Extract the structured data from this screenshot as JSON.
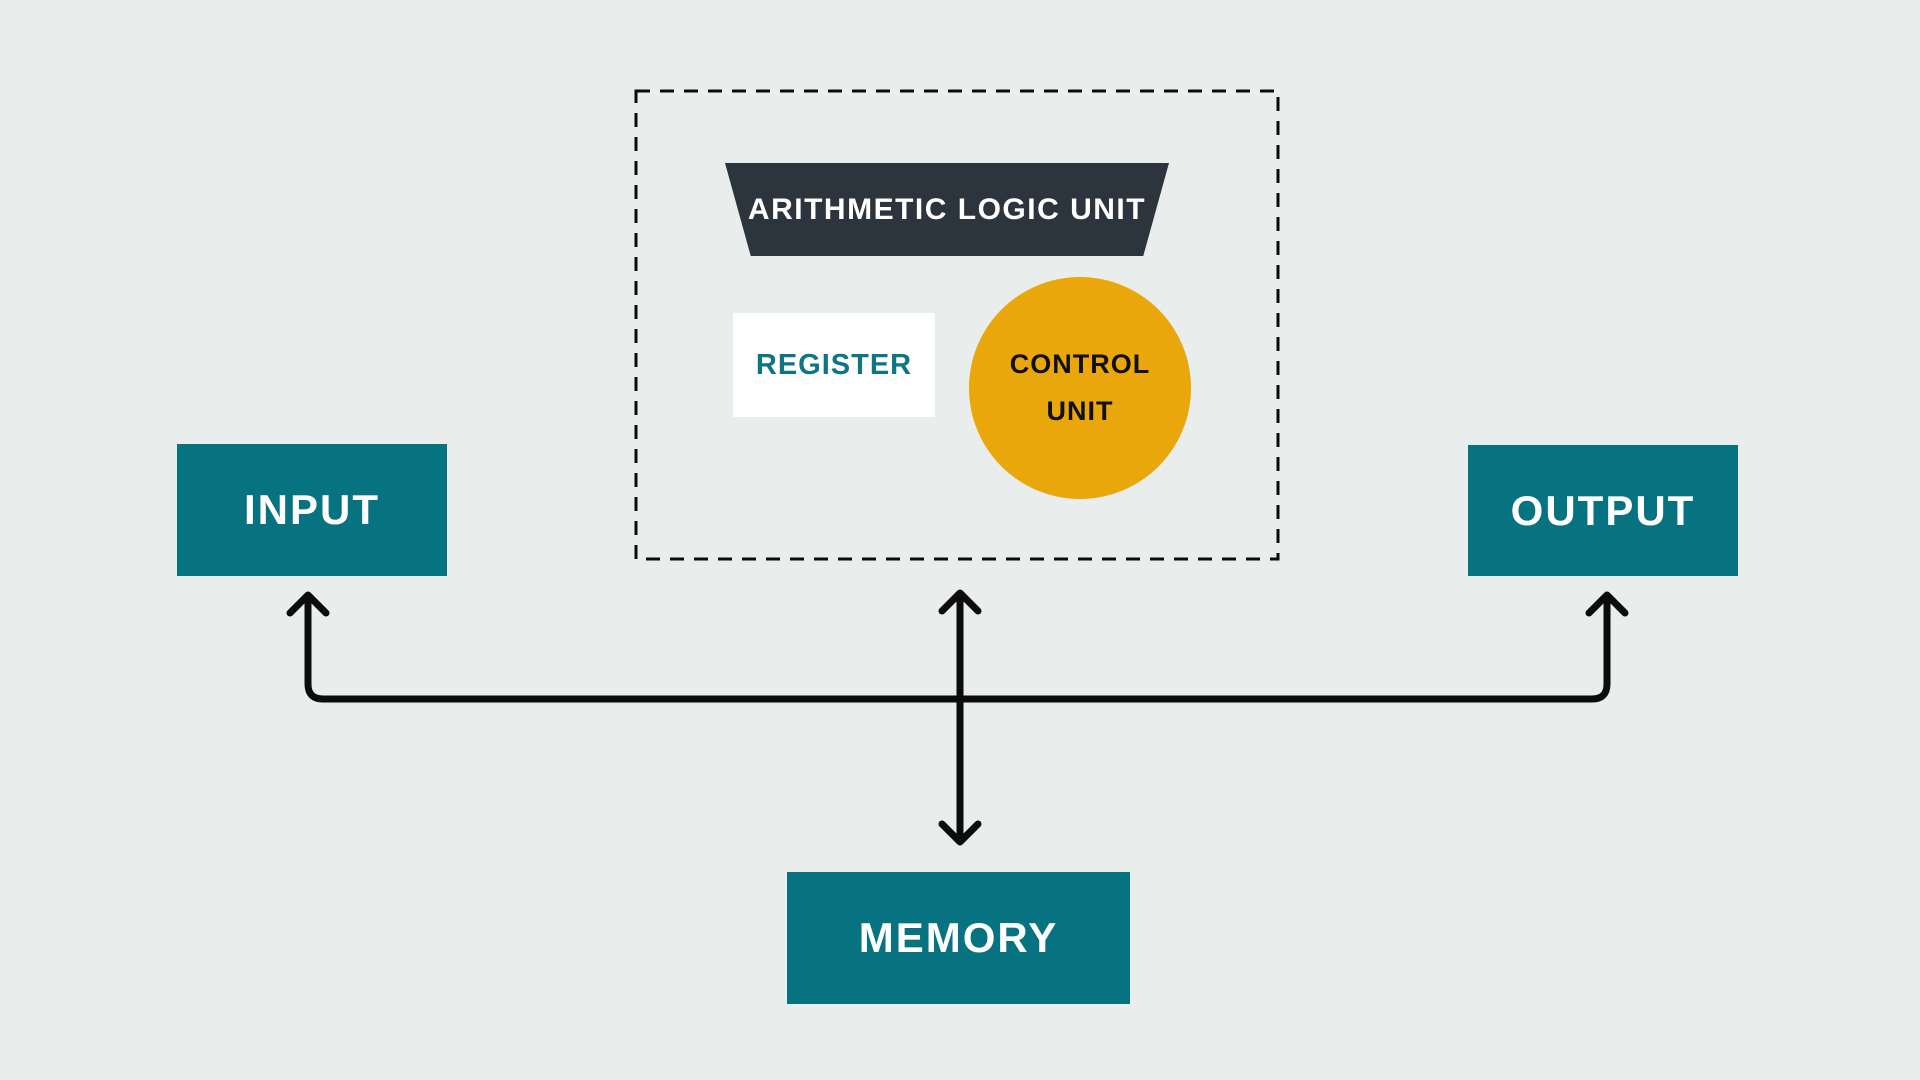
{
  "colors": {
    "background": "#E9EEED",
    "teal_block": "#087380",
    "dark_slate": "#2C343D",
    "amber_circle": "#E9A70C",
    "register_bg": "#FFFFFF",
    "register_text": "#0E7486",
    "block_text": "#FFFFFF",
    "control_text": "#101010",
    "line_black": "#0C0C0C"
  },
  "cpu": {
    "alu": {
      "label": "ARITHMETIC LOGIC UNIT"
    },
    "register": {
      "label": "REGISTER"
    },
    "control_unit": {
      "line1": "CONTROL",
      "line2": "UNIT"
    }
  },
  "blocks": {
    "input": {
      "label": "INPUT"
    },
    "output": {
      "label": "OUTPUT"
    },
    "memory": {
      "label": "MEMORY"
    }
  }
}
